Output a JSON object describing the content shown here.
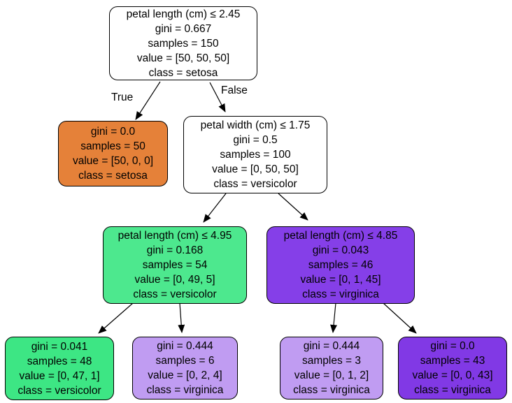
{
  "diagram": {
    "type": "decision-tree",
    "edge_labels": {
      "true": "True",
      "false": "False"
    }
  },
  "colors": {
    "setosa_orange": "#e58139",
    "versicolor_green": "#4de88e",
    "versicolor_green_strong": "#3de684",
    "virginica_purple": "#853fe8",
    "virginica_purple_pure": "#8139e5",
    "virginica_purple_light": "#c09cf2",
    "split_node_white": "#ffffff",
    "edge_black": "#000000"
  },
  "nodes": {
    "root": {
      "bg": "#ffffff",
      "condition": "petal length (cm) ≤ 2.45",
      "gini": "gini = 0.667",
      "samples": "samples = 150",
      "value": "value = [50, 50, 50]",
      "class": "class = setosa"
    },
    "leaf_setosa": {
      "bg": "#e58139",
      "gini": "gini = 0.0",
      "samples": "samples = 50",
      "value": "value = [50, 0, 0]",
      "class": "class = setosa"
    },
    "split_petal_width": {
      "bg": "#ffffff",
      "condition": "petal width (cm) ≤ 1.75",
      "gini": "gini = 0.5",
      "samples": "samples = 100",
      "value": "value = [0, 50, 50]",
      "class": "class = versicolor"
    },
    "split_versicolor": {
      "bg": "#4de88e",
      "condition": "petal length (cm) ≤ 4.95",
      "gini": "gini = 0.168",
      "samples": "samples = 54",
      "value": "value = [0, 49, 5]",
      "class": "class = versicolor"
    },
    "split_virginica": {
      "bg": "#853fe8",
      "condition": "petal length (cm) ≤ 4.85",
      "gini": "gini = 0.043",
      "samples": "samples = 46",
      "value": "value = [0, 1, 45]",
      "class": "class = virginica"
    },
    "leaf_versicolor": {
      "bg": "#3de684",
      "gini": "gini = 0.041",
      "samples": "samples = 48",
      "value": "value = [0, 47, 1]",
      "class": "class = versicolor"
    },
    "leaf_virginica_small": {
      "bg": "#c09cf2",
      "gini": "gini = 0.444",
      "samples": "samples = 6",
      "value": "value = [0, 2, 4]",
      "class": "class = virginica"
    },
    "leaf_virginica_tiny": {
      "bg": "#c09cf2",
      "gini": "gini = 0.444",
      "samples": "samples = 3",
      "value": "value = [0, 1, 2]",
      "class": "class = virginica"
    },
    "leaf_virginica_pure": {
      "bg": "#8139e5",
      "gini": "gini = 0.0",
      "samples": "samples = 43",
      "value": "value = [0, 0, 43]",
      "class": "class = virginica"
    }
  }
}
